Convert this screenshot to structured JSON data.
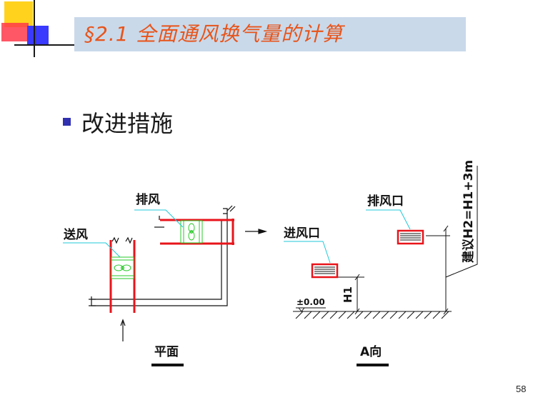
{
  "slide": {
    "title": "§2.1 全面通风换气量的计算",
    "bullet": "改进措施",
    "page_number": "58"
  },
  "drawing": {
    "plan": {
      "label_exhaust": "排风",
      "label_supply": "送风",
      "caption": "平面"
    },
    "elevation": {
      "label_inlet": "进风口",
      "label_outlet": "排风口",
      "level_mark": "±0.00",
      "dim_h1": "H1",
      "dim_h2": "建议H2=H1+3m",
      "caption": "A向"
    }
  },
  "colors": {
    "title_text": "#e8541a",
    "title_bar": "#c9d9ea",
    "bullet": "#3030b0",
    "duct": "#e8141a",
    "fan": "#28c828",
    "leader": "#20c8d8"
  }
}
